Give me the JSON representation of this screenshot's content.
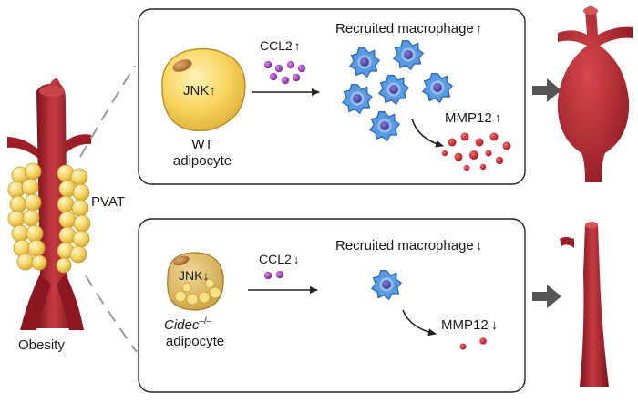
{
  "left": {
    "pvat_label": "PVAT",
    "obesity_label": "Obesity"
  },
  "top_panel": {
    "jnk_label": "JNK",
    "jnk_arrow": "↑",
    "ccl2_label": "CCL2",
    "ccl2_arrow": "↑",
    "macrophage_label": "Recruited macrophage",
    "macrophage_arrow": "↑",
    "mmp12_label": "MMP12",
    "mmp12_arrow": "↑",
    "cell_line1": "WT",
    "cell_line2": "adipocyte",
    "outcome_icon": "aneurysm-aorta-icon"
  },
  "bottom_panel": {
    "jnk_label": "JNK",
    "jnk_arrow": "↓",
    "ccl2_label": "CCL2",
    "ccl2_arrow": "↓",
    "macrophage_label": "Recruited macrophage",
    "macrophage_arrow": "↓",
    "mmp12_label": "MMP12",
    "mmp12_arrow": "↓",
    "cell_line1_italic": "Cidec",
    "cell_line1_sup": "–/–",
    "cell_line2": "adipocyte",
    "outcome_icon": "normal-aorta-icon"
  },
  "colors": {
    "aorta": "#a8232b",
    "aorta_light": "#d14048",
    "fat_yellow": "#f4d76a",
    "macrophage_blue": "#4f8fd6",
    "ccl2_purple": "#9a3fb5",
    "mmp12_red": "#d0232b"
  }
}
